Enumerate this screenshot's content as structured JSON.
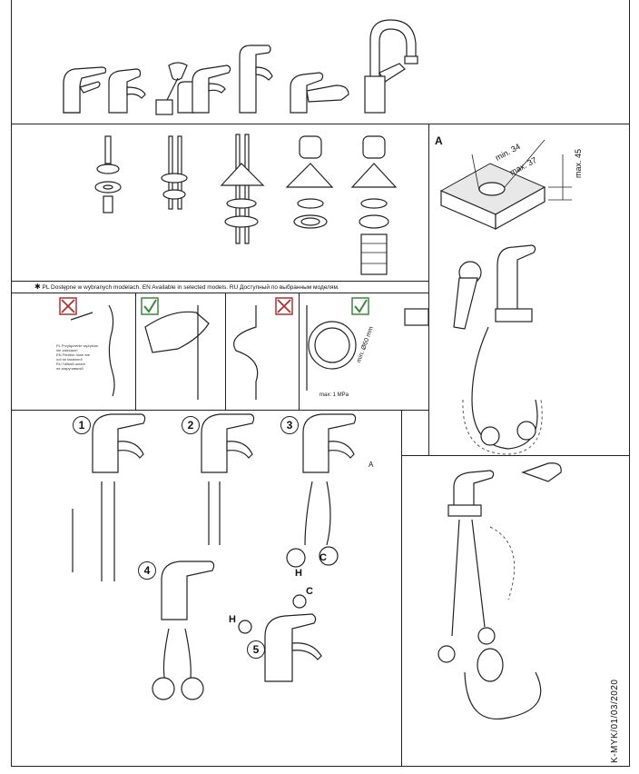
{
  "note": {
    "star": "✱",
    "text": "PL Dostępne w wybranych modelach. EN Available in selected models. RU Доступный по выбранным моделям."
  },
  "panelA": {
    "label": "A",
    "dim1": "min. 34",
    "dim2": "max. 37",
    "dim3": "max. 45"
  },
  "hose": {
    "diameter": "min. Ø60 mm",
    "pressure": "max: 1  MPa",
    "warning_lines": [
      "PL Przyłączenie wężyków nie zalecane!",
      "EN Flexible hose are",
      "not be fastened!",
      "RU Гибкий шланг",
      "не закручивать!!"
    ]
  },
  "steps": [
    "1",
    "2",
    "3",
    "4",
    "5"
  ],
  "step3_label": "A",
  "labels": {
    "h": "H",
    "c": "C"
  },
  "doc_code": "K-MYK/01/03/2020",
  "colors": {
    "border": "#222222",
    "check_green": "#3a8a3a",
    "cross_red": "#b03030"
  }
}
